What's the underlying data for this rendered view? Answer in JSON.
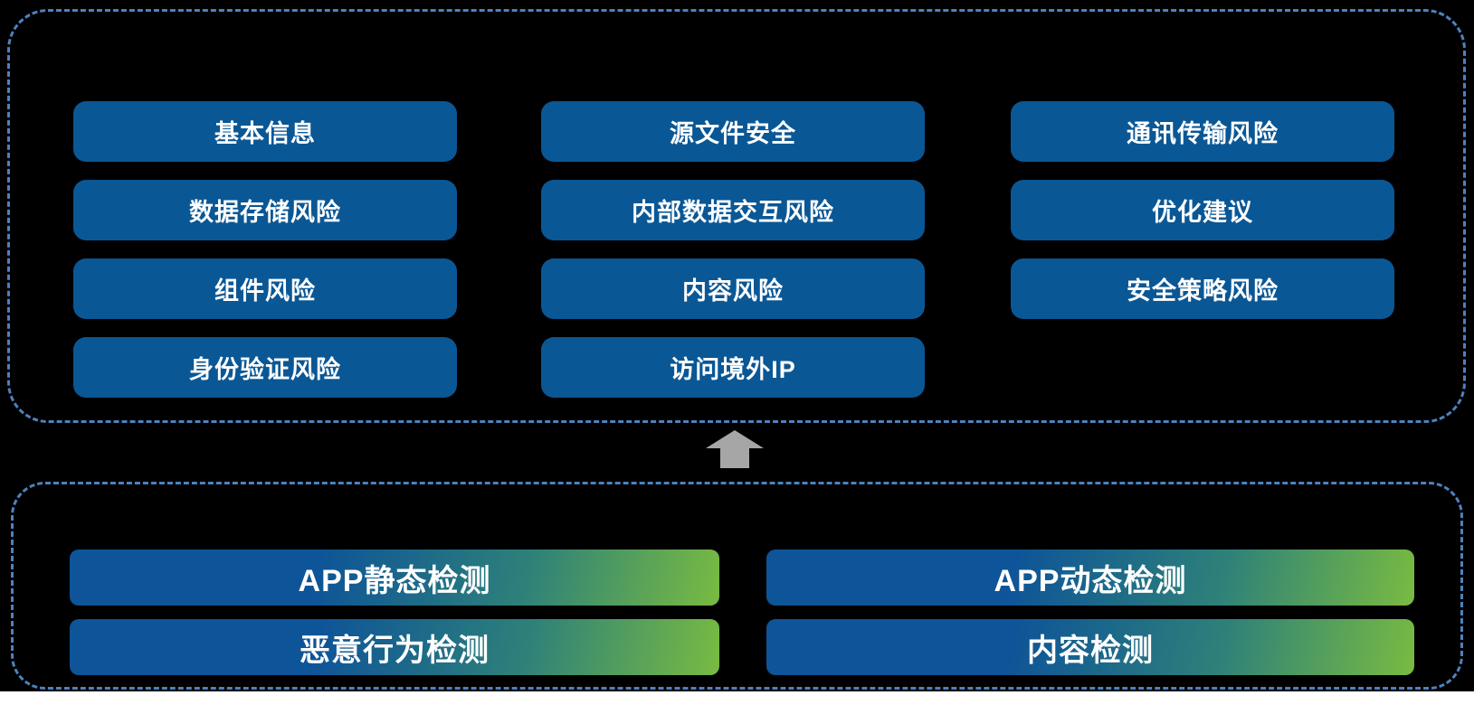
{
  "colors": {
    "background": "#000000",
    "page_strip_bottom": "#ffffff",
    "dashed_border": "#4E81BD",
    "button_blue": "#0A5795",
    "gradient_blue": "#0E5498",
    "gradient_teal": "#2E8179",
    "gradient_green": "#79BB41",
    "arrow_gray": "#A6A6A6",
    "text": "#ffffff"
  },
  "top_panel": {
    "columns": [
      {
        "items": [
          "基本信息",
          "数据存储风险",
          "组件风险",
          "身份验证风险"
        ]
      },
      {
        "items": [
          "源文件安全",
          "内部数据交互风险",
          "内容风险",
          "访问境外IP"
        ]
      },
      {
        "items": [
          "通讯传输风险",
          "优化建议",
          "安全策略风险"
        ]
      }
    ]
  },
  "bottom_panel": {
    "columns": [
      {
        "items": [
          "APP静态检测",
          "恶意行为检测"
        ]
      },
      {
        "items": [
          "APP动态检测",
          "内容检测"
        ]
      }
    ]
  },
  "icons": {
    "up_arrow": "up-arrow"
  }
}
